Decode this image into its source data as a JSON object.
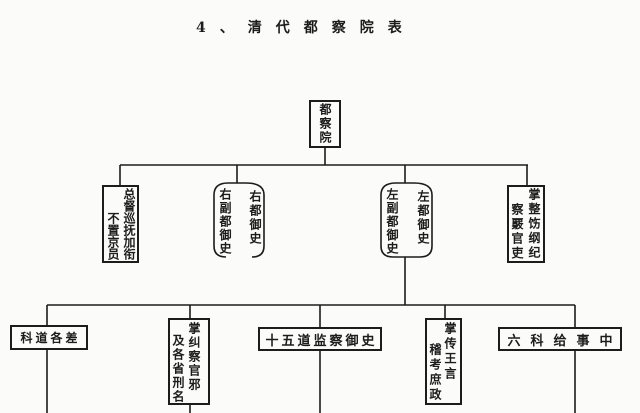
{
  "title": "4、清代都察院表",
  "root": {
    "label": "都察院"
  },
  "level2": [
    {
      "col_right": "总督巡抚加衔",
      "col_left": "不置京员"
    },
    {
      "col_right": "右都御史",
      "col_left": "右副都御史"
    },
    {
      "col_right": "左都御史",
      "col_left": "左副都御史"
    },
    {
      "col_right": "掌整饬纲纪",
      "col_left": "察覈官吏"
    }
  ],
  "level3": [
    {
      "label": "科道各差"
    },
    {
      "col_right": "掌纠察官邪",
      "col_left": "及各省刑名"
    },
    {
      "label": "十五道监察御史"
    },
    {
      "col_right": "掌传王言",
      "col_left": "稽考庶政"
    },
    {
      "label": "六科给事中"
    }
  ],
  "colors": {
    "ink": "#1c1c1c",
    "paper": "#fbfbfa"
  }
}
